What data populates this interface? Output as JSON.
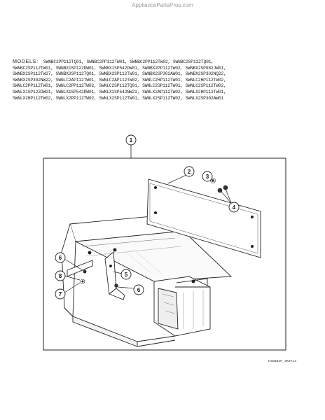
{
  "watermark": "AppliancePartsPros.com",
  "models": {
    "heading": "MODELS:",
    "lines": [
      "SWNBC2PP112TQ01, SWNBC2PP112TW01, SWNBC2PP112TW02, SWNBC2SP112TQ01,",
      "SWNBC2SP112TW01, SWNBX1SP122DW01, SWNBX1SP542DW01, SWNBX2PP112TW02, SWNBX2SP082JW01,",
      "SWNBX2SP112TW27, SWNBX2SP112TQ01, SWNBX2SP112TW01, SWNBX2SP302AW01, SWNBX2SP302NQ22,",
      "SWNBX2SP302NW22, SWNLC2AP112TW01, SWNLC2AP112TW02, SWNLC2HP112TW01, SWNLC2HP112TW02,",
      "SWNLC2PP112TW01, SWNLC2PP112TW02, SWNLC2SP112TQ01, SWNLC2SP112TW01, SWNLC2SP112TW02,",
      "SWNLX1SP122DW01, SWNLX1SP542DW01, SWNLX1SP542NW23, SWNLX2AP112TW02, SWNLX2HP112TW01,",
      "SWNLX2HP112TW02, SWNLX2PP112TW02, SWNLX2SP112TW01, SWNLX2SP112TW02, SWNLX2SP302AW01"
    ]
  },
  "callouts": {
    "c1": "1",
    "c2": "2",
    "c3": "3",
    "c4": "4",
    "c5": "5",
    "c6a": "6",
    "c6b": "6",
    "c7": "7",
    "c8": "8"
  },
  "figure_code": "F2W8N3P_3K0714"
}
